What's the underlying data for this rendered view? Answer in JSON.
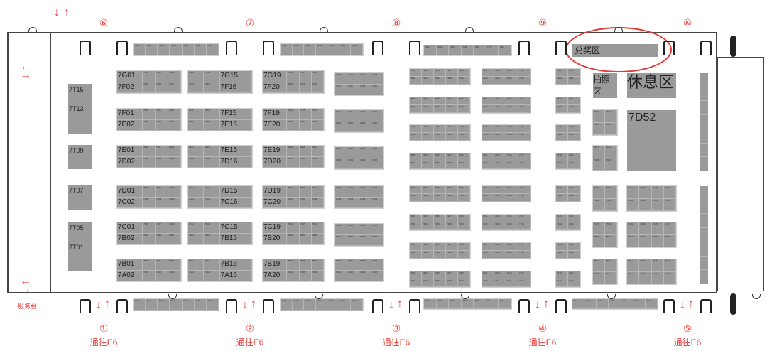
{
  "zones": {
    "prize": "兑奖区",
    "photo": "拍照区",
    "rest": "休息区",
    "big_booth": "7D52",
    "service": "服务台"
  },
  "exits": {
    "bottom": [
      "①",
      "②",
      "③",
      "④",
      "⑤"
    ],
    "top": [
      "⑥",
      "⑦",
      "⑧",
      "⑨",
      "⑩"
    ],
    "to_label": "通往E6"
  },
  "colors": {
    "accent": "#e53935",
    "booth": "#9a9a9a"
  },
  "left_column": [
    "7T15",
    "7T13",
    "7T09",
    "7T07",
    "7T05",
    "7T01"
  ],
  "booths": {
    "a1": {
      "rows": [
        [
          "7G01",
          "7G05",
          "7G07",
          "7G09"
        ],
        [
          "7F02",
          "7F06",
          "7F08",
          "7F10"
        ]
      ]
    },
    "a2": {
      "rows": [
        [
          "7F01",
          "7F05",
          "7F07",
          "7F09"
        ],
        [
          "7E02",
          "7E06",
          "7E08",
          "7E10"
        ]
      ]
    },
    "a3": {
      "rows": [
        [
          "7E01",
          "7E05",
          "7E07",
          "7E09"
        ],
        [
          "7D02",
          "7D06",
          "7D08",
          "7D10"
        ]
      ]
    },
    "a4": {
      "rows": [
        [
          "7D01",
          "7D05",
          "7D07",
          "7D09"
        ],
        [
          "7C02",
          "7C06",
          "7C08",
          "7C10"
        ]
      ]
    },
    "a5": {
      "rows": [
        [
          "7C01",
          "7C05",
          "7C07",
          "7C09"
        ],
        [
          "7B02",
          "7B06",
          "7B08",
          "7B10"
        ]
      ]
    },
    "a6": {
      "rows": [
        [
          "7B01",
          "7B05",
          "7B07",
          "7B09"
        ],
        [
          "7A02",
          "7A06",
          "7A08",
          "7A10"
        ]
      ]
    },
    "b1": {
      "rows": [
        [
          "7G11",
          "7G13",
          "7G15"
        ],
        [
          "7F12",
          "7F14",
          "7F16"
        ]
      ]
    },
    "b2": {
      "rows": [
        [
          "7F11",
          "7F13",
          "7F15"
        ],
        [
          "7E12",
          "7E14",
          "7E16"
        ]
      ]
    },
    "b3": {
      "rows": [
        [
          "7E11",
          "7E13",
          "7E15"
        ],
        [
          "7D12",
          "7D14",
          "7D16"
        ]
      ]
    },
    "b4": {
      "rows": [
        [
          "7D11",
          "7D13",
          "7D15"
        ],
        [
          "7C12",
          "7C14",
          "7C16"
        ]
      ]
    },
    "b5": {
      "rows": [
        [
          "7C11",
          "7C13",
          "7C15"
        ],
        [
          "7B12",
          "7B14",
          "7B16"
        ]
      ]
    },
    "b6": {
      "rows": [
        [
          "7B11",
          "7B13",
          "7B15"
        ],
        [
          "7A12",
          "7A14",
          "7A16"
        ]
      ]
    },
    "c1": {
      "rows": [
        [
          "7G19",
          "7G23",
          "7G25",
          "7G27"
        ],
        [
          "7F20",
          "7F24",
          "7F26",
          "7F28"
        ]
      ]
    },
    "c2": {
      "rows": [
        [
          "7F19",
          "7F23",
          "7F25",
          "7F27"
        ],
        [
          "7E20",
          "7E24",
          "7E26",
          "7E28"
        ]
      ]
    },
    "c3": {
      "rows": [
        [
          "7E19",
          "7E23",
          "7E25",
          "7E27"
        ],
        [
          "7D20",
          "7D24",
          "7D26",
          "7D28"
        ]
      ]
    },
    "c4": {
      "rows": [
        [
          "7D19",
          "7D23",
          "7D25",
          "7D27"
        ],
        [
          "7C20",
          "7C24",
          "7C26",
          "7C28"
        ]
      ]
    },
    "c5": {
      "rows": [
        [
          "7C19",
          "7C23",
          "7C25",
          "7C27"
        ],
        [
          "7B20",
          "7B24",
          "7B26",
          "7B28"
        ]
      ]
    },
    "c6": {
      "rows": [
        [
          "7B19",
          "7B23",
          "7B25",
          "7B27"
        ],
        [
          "7A20",
          "7A24",
          "7A26",
          "7A28"
        ]
      ]
    },
    "d1": {
      "rows": [
        [
          "7G29",
          "7G31",
          "7G33",
          "7G35"
        ],
        [
          "7F30",
          "7F32",
          "7F34",
          "7F36"
        ]
      ]
    },
    "d2": {
      "rows": [
        [
          "7F29",
          "7F31",
          "7F33",
          "7F35"
        ],
        [
          "7E30",
          "7E32",
          "7E34",
          "7E36"
        ]
      ]
    },
    "d3": {
      "rows": [
        [
          "7E29",
          "7E31",
          "7E33",
          "7E35"
        ],
        [
          "7D30",
          "7D32",
          "7D34",
          "7D36"
        ]
      ]
    },
    "d4": {
      "rows": [
        [
          "7D29",
          "7D31",
          "7D33",
          "7D35"
        ],
        [
          "7C30",
          "7C32",
          "7C34",
          "7C36"
        ]
      ]
    },
    "d5": {
      "rows": [
        [
          "7C29",
          "7C31",
          "7C33",
          "7C35"
        ],
        [
          "7B30",
          "7B32",
          "7B34",
          "7B36"
        ]
      ]
    },
    "d6": {
      "rows": [
        [
          "7B29",
          "7B31",
          "7B33",
          "7B35"
        ],
        [
          "7A30",
          "7A32",
          "7A34",
          "7A36"
        ]
      ]
    },
    "e1": {
      "rows": [
        [
          "7901",
          "7903",
          "7905",
          "7907",
          "7909"
        ],
        [
          "7902",
          "7904",
          "7906",
          "7908",
          "7910"
        ]
      ]
    },
    "e2": {
      "rows": [
        [
          "7801",
          "7803",
          "7805",
          "7807",
          "7809"
        ],
        [
          "7702",
          "7704",
          "7706",
          "7708",
          "7710"
        ]
      ]
    },
    "e3": {
      "rows": [
        [
          "7701",
          "7703",
          "7705",
          "7707",
          "7709"
        ],
        [
          "7602",
          "7604",
          "7606",
          "7608",
          "7610"
        ]
      ]
    },
    "e4": {
      "rows": [
        [
          "7601",
          "7603",
          "7605",
          "7607",
          "7609"
        ],
        [
          "7502",
          "7504",
          "7506",
          "7508",
          "7510"
        ]
      ]
    },
    "e5": {
      "rows": [
        [
          "7501",
          "7503",
          "7505",
          "7507",
          "7509"
        ],
        [
          "7402",
          "7404",
          "7406",
          "7408",
          "7410"
        ]
      ]
    },
    "e6": {
      "rows": [
        [
          "7401",
          "7403",
          "7405",
          "7407",
          "7409"
        ],
        [
          "7302",
          "7304",
          "7306",
          "7308",
          "7310"
        ]
      ]
    },
    "e7": {
      "rows": [
        [
          "7301",
          "7303",
          "7305",
          "7307",
          "7309"
        ],
        [
          "7202",
          "7204",
          "7206",
          "7208",
          "7210"
        ]
      ]
    },
    "e8": {
      "rows": [
        [
          "7201",
          "7203",
          "7205",
          "7207",
          "7209"
        ],
        [
          "7102",
          "7104",
          "7106",
          "7108",
          "7110"
        ]
      ]
    },
    "f1": {
      "rows": [
        [
          "7911",
          "7913",
          "7915",
          "7917"
        ],
        [
          "7912",
          "7914",
          "7916",
          "7918"
        ]
      ]
    },
    "f2": {
      "rows": [
        [
          "7811",
          "7813",
          "7815",
          "7817"
        ],
        [
          "7712",
          "7714",
          "7716",
          "7718"
        ]
      ]
    },
    "f3": {
      "rows": [
        [
          "7711",
          "7713",
          "7715",
          "7717"
        ],
        [
          "7612",
          "7614",
          "7616",
          "7618"
        ]
      ]
    },
    "f4": {
      "rows": [
        [
          "7611",
          "7613",
          "7615",
          "7617"
        ],
        [
          "7512",
          "7514",
          "7516",
          "7518"
        ]
      ]
    },
    "f5": {
      "rows": [
        [
          "7511",
          "7513",
          "7515",
          "7517"
        ],
        [
          "7412",
          "7414",
          "7416",
          "7418"
        ]
      ]
    },
    "f6": {
      "rows": [
        [
          "7411",
          "7413",
          "7415",
          "7417"
        ],
        [
          "7312",
          "7314",
          "7316",
          "7318"
        ]
      ]
    },
    "f7": {
      "rows": [
        [
          "7311",
          "7313",
          "7315",
          "7317"
        ],
        [
          "7212",
          "7214",
          "7216",
          "7218"
        ]
      ]
    },
    "f8": {
      "rows": [
        [
          "7211",
          "7213",
          "7215",
          "7217"
        ],
        [
          "7112",
          "7114",
          "7116",
          "7118"
        ]
      ]
    },
    "g1": {
      "rows": [
        [
          "7919",
          "7921"
        ],
        [
          "7920",
          "7922"
        ]
      ]
    },
    "g2": {
      "rows": [
        [
          "7819",
          "7821"
        ],
        [
          "7720",
          "7722"
        ]
      ]
    },
    "g3": {
      "rows": [
        [
          "7719",
          "7721"
        ],
        [
          "7620",
          "7622"
        ]
      ]
    },
    "g4": {
      "rows": [
        [
          "7619",
          "7621"
        ],
        [
          "7520",
          "7522"
        ]
      ]
    },
    "g5": {
      "rows": [
        [
          "7519",
          "7521"
        ],
        [
          "7420",
          "7422"
        ]
      ]
    },
    "g6": {
      "rows": [
        [
          "7419",
          "7421"
        ],
        [
          "7320",
          "7322"
        ]
      ]
    },
    "g7": {
      "rows": [
        [
          "7319",
          "7321"
        ],
        [
          "7220",
          "7222"
        ]
      ]
    },
    "g8": {
      "rows": [
        [
          "7219",
          "7221"
        ],
        [
          "7120",
          "7122"
        ]
      ]
    },
    "h1": {
      "rows": [
        [
          "7F37",
          "7F39"
        ],
        [
          "7E38",
          "7E40"
        ]
      ]
    },
    "h2": {
      "rows": [
        [
          "7E37",
          "7E39"
        ],
        [
          "7D38",
          "7D40"
        ]
      ]
    },
    "h3": {
      "rows": [
        [
          "7D37",
          "7D39"
        ],
        [
          "7C38",
          "7C40"
        ]
      ]
    },
    "h4": {
      "rows": [
        [
          "7C37",
          "7C39"
        ],
        [
          "7B38",
          "7B40"
        ]
      ]
    },
    "h5": {
      "rows": [
        [
          "7B37",
          "7B39"
        ],
        [
          "7A38",
          "7A40"
        ]
      ]
    },
    "i1": {
      "rows": [
        [
          "7D41",
          "7D43",
          "7D45",
          "7D47"
        ],
        [
          "7C42",
          "7C44",
          "7C46",
          "7C48"
        ]
      ]
    },
    "i2": {
      "rows": [
        [
          "7C41",
          "7C43",
          "7C45",
          "7C47"
        ],
        [
          "7B42",
          "7B44",
          "7B46",
          "7B48"
        ]
      ]
    },
    "i3": {
      "rows": [
        [
          "7B41",
          "7B43",
          "7B45",
          "7B47"
        ],
        [
          "7A42",
          "7A44",
          "7A46",
          "7A48"
        ]
      ]
    },
    "t1": {
      "rows": [
        [
          "7G02",
          "7G04",
          "7G06",
          "7G08",
          "7G10",
          "7G12",
          "7G14"
        ]
      ]
    },
    "t2": {
      "rows": [
        [
          "7G16",
          "7G18",
          "7G20",
          "7G22",
          "7G24",
          "7G26",
          "7G28"
        ]
      ]
    },
    "t3": {
      "rows": [
        [
          "7902",
          "7904",
          "7906",
          "7908",
          "7910",
          "7912",
          "7914"
        ]
      ]
    },
    "u1": {
      "rows": [
        [
          "7A01",
          "7A03",
          "7A05",
          "7A07",
          "7A09",
          "7A11",
          "7A13"
        ]
      ]
    },
    "u2": {
      "rows": [
        [
          "7A15",
          "7A17",
          "7A19",
          "7A21",
          "7A23",
          "7A25",
          "7A27"
        ]
      ]
    },
    "u3": {
      "rows": [
        [
          "7101",
          "7103",
          "7105",
          "7107",
          "7109",
          "7111",
          "7113"
        ]
      ]
    },
    "u4": {
      "rows": [
        [
          "7115",
          "7117",
          "7119",
          "7121",
          "7123",
          "7125",
          "7127"
        ]
      ]
    }
  }
}
